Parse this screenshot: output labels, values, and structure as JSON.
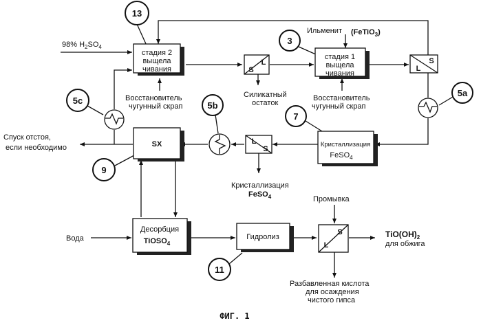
{
  "figure_caption": "ФИГ. 1",
  "inputs": {
    "acid": "98% H",
    "acid_sub": "2",
    "acid_tail": "SO",
    "acid_sub2": "4",
    "ilmenite": "Ильменит",
    "ilmenite_formula": "(FeTiO",
    "ilmenite_sub": "3",
    "ilmenite_close": ")",
    "water": "Вода",
    "wash": "Промывка"
  },
  "boxes": {
    "stage2": [
      "стадия 2",
      "выщела",
      "чивания"
    ],
    "stage1": [
      "стадия 1",
      "выщела",
      "чивания"
    ],
    "sx": "SX",
    "cryst_box": "Кристаллизация",
    "cryst_box_formula": "FeSO",
    "cryst_box_sub": "4",
    "desorption": "Десорбция",
    "desorption_formula": "TiOSO",
    "desorption_sub": "4",
    "hydrolysis": "Гидролиз"
  },
  "separator_labels": {
    "s": "S",
    "l": "L"
  },
  "labels": {
    "reductant_left": [
      "Восстановитель",
      "чугунный скрап"
    ],
    "reductant_right": [
      "Восстановитель",
      "чугунный скрап"
    ],
    "silicate": [
      "Силикатный",
      "остаток"
    ],
    "sludge": [
      "Спуск отстоя,",
      "если необходимо"
    ],
    "cryst_out": "Кристаллизация",
    "cryst_out_formula": "FeSO",
    "cryst_out_sub": "4",
    "product": "TiO(OH)",
    "product_sub": "2",
    "product_note": "для обжига",
    "dilute_acid": [
      "Разбавленная кислота",
      "для осаждения",
      "чистого гипса"
    ]
  },
  "callouts": [
    "13",
    "3",
    "5c",
    "5b",
    "5a",
    "7",
    "9",
    "11"
  ]
}
